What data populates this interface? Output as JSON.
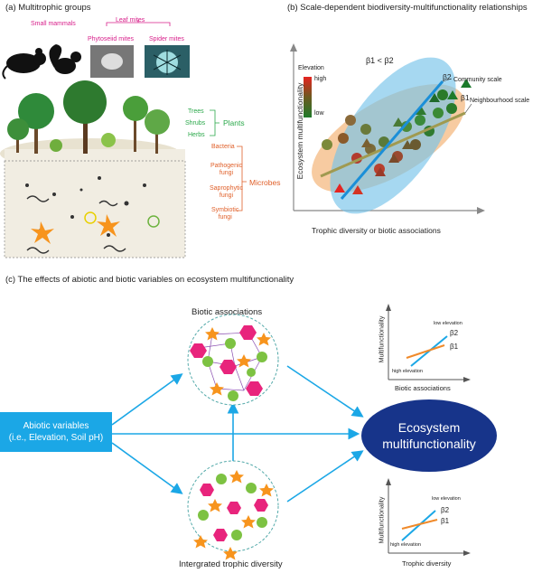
{
  "panel_a": {
    "title": "(a) Multitrophic groups",
    "small_mammals": "Small mammals",
    "leaf_mites": "Leaf mites",
    "phytoseiid": "Phytoseiid mites",
    "spider_mites": "Spider mites",
    "plants": "Plants",
    "trees": "Trees",
    "shrubs": "Shrubs",
    "herbs": "Herbs",
    "microbes": "Microbes",
    "bacteria": "Bacteria",
    "pathogenic": [
      "Pathogenic",
      "fungi"
    ],
    "saprophytic": [
      "Saprophytic",
      "fungi"
    ],
    "symbiotic": [
      "Symbiotic",
      "fungi"
    ]
  },
  "panel_b": {
    "title": "(b) Scale-dependent biodiversity-multifunctionality relationships",
    "legend_title": "Elevation",
    "legend_high": "high",
    "legend_low": "low",
    "beta_relation": "β1 < β2",
    "community_scale": "Community scale",
    "neighbourhood_scale": "Neighbourhood scale",
    "beta2": "β2",
    "beta1": "β1",
    "ylabel": "Ecosystem multifunctionality",
    "xlabel": "Trophic diversity or biotic associations"
  },
  "panel_c": {
    "title": "(c) The effects of abiotic and biotic variables on ecosystem multifunctionality",
    "biotic_associations": "Biotic associations",
    "integrated_trophic": "Intergrated trophic diversity",
    "abiotic_line1": "Abiotic variables",
    "abiotic_line2": "(i.e., Elevation, Soil pH)",
    "eco_line1": "Ecosystem",
    "eco_line2": "multifunctionality",
    "mini1": {
      "ylabel": "Multifunctionality",
      "xlabel": "Biotic associations",
      "low_elev": "low elevation",
      "high_elev": "high elevation",
      "b2": "β2",
      "b1": "β1"
    },
    "mini2": {
      "ylabel": "Multifunctionality",
      "xlabel": "Trophic diversity",
      "low_elev": "low elevation",
      "high_elev": "high elevation",
      "b2": "β2",
      "b1": "β1"
    }
  },
  "colors": {
    "blue": "#1ba7e6",
    "navy": "#17348a",
    "orange_line": "#f08a2a",
    "pink": "#e8247c",
    "green": "#7dc242",
    "star": "#f7941d"
  }
}
